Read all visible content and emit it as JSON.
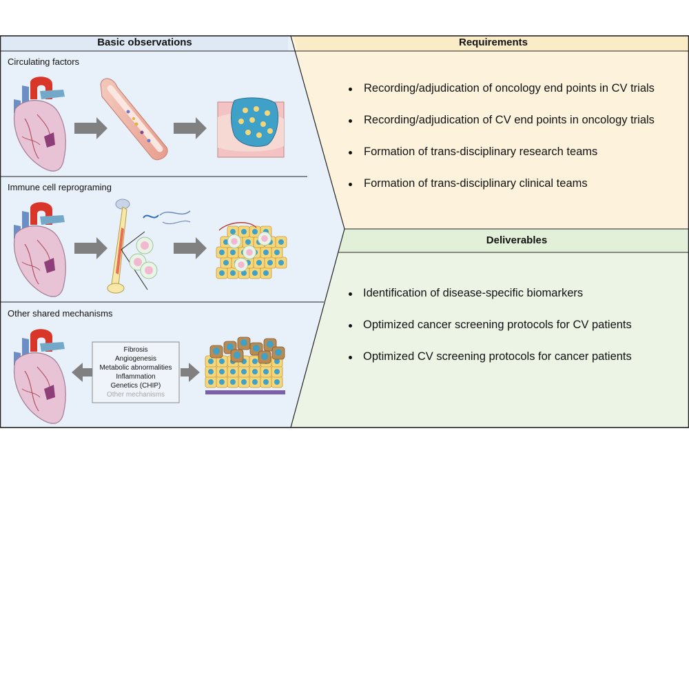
{
  "left_panel": {
    "header": "Basic observations",
    "sections": [
      {
        "title": "Circulating factors"
      },
      {
        "title": "Immune cell reprograming"
      },
      {
        "title": "Other shared mechanisms",
        "mechanisms": [
          "Fibrosis",
          "Angiogenesis",
          "Metabolic abnormalities",
          "Inflammation",
          "Genetics (CHIP)",
          "Other mechanisms"
        ]
      }
    ]
  },
  "requirements": {
    "header": "Requirements",
    "items": [
      "Recording/adjudication of oncology end points in CV trials",
      "Recording/adjudication of CV end points in oncology trials",
      "Formation of trans-disciplinary research teams",
      "Formation of trans-disciplinary clinical teams"
    ]
  },
  "deliverables": {
    "header": "Deliverables",
    "items": [
      "Identification of disease-specific biomarkers",
      "Optimized cancer screening protocols for CV patients",
      "Optimized CV screening protocols for cancer patients"
    ]
  },
  "colors": {
    "left_bg": "#e8f0f9",
    "requirements_bg": "#fdf3dc",
    "deliverables_bg": "#ecf4e6",
    "header_bg": "#dfe9f5",
    "border": "#222222",
    "arrow": "#808080",
    "heart_red": "#d9362a",
    "heart_pink": "#e6bfd1",
    "cell_yellow": "#f5d67a",
    "nucleus_blue": "#3fa0c8"
  }
}
